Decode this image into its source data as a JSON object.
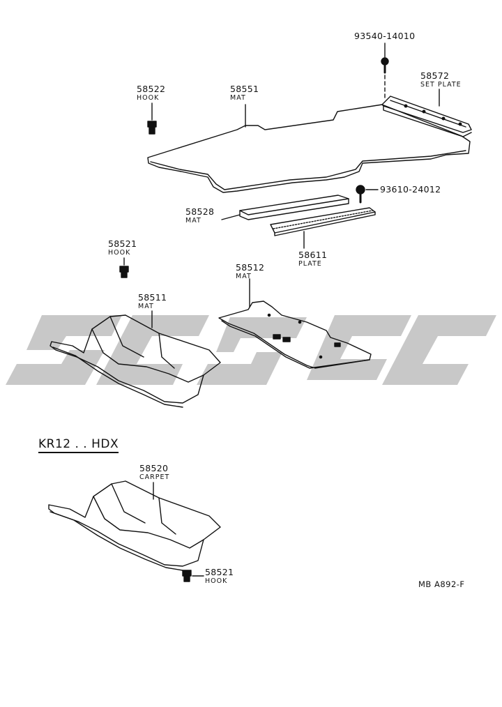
{
  "parts": [
    {
      "id": "p1",
      "number": "93540-14010",
      "name": ""
    },
    {
      "id": "p2",
      "number": "58572",
      "name": "SET PLATE"
    },
    {
      "id": "p3",
      "number": "58522",
      "name": "HOOK"
    },
    {
      "id": "p4",
      "number": "58551",
      "name": "MAT"
    },
    {
      "id": "p5",
      "number": "93610-24012",
      "name": ""
    },
    {
      "id": "p6",
      "number": "58528",
      "name": "MAT"
    },
    {
      "id": "p7",
      "number": "58611",
      "name": "PLATE"
    },
    {
      "id": "p8",
      "number": "58521",
      "name": "HOOK"
    },
    {
      "id": "p9",
      "number": "58512",
      "name": "MAT"
    },
    {
      "id": "p10",
      "number": "58511",
      "name": "MAT"
    },
    {
      "id": "p11",
      "number": "58520",
      "name": "CARPET"
    },
    {
      "id": "p12",
      "number": "58521",
      "name": "HOOK"
    }
  ],
  "variant_label": "KR12 . . HDX",
  "diagram_code": "MB A892-F",
  "colors": {
    "ink": "#111111",
    "watermark": "#c8c8c8",
    "background": "#ffffff"
  }
}
